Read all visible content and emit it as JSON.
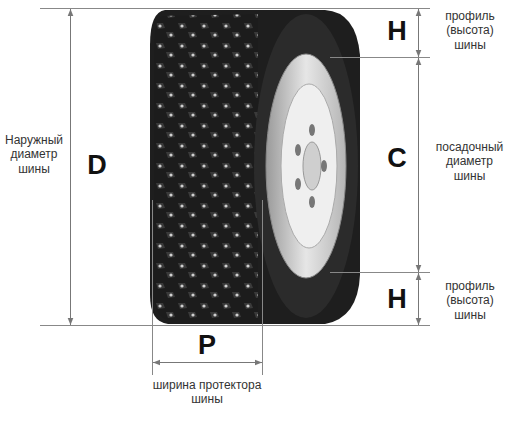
{
  "diagram": {
    "labels": [
      "H",
      "профиль (высота) шины",
      "Наружный диаметр шины",
      "D",
      "C",
      "посадочный диаметр шины",
      "H",
      "профиль (высота) шины",
      "P",
      "ширина протектора шины"
    ]
  }
}
